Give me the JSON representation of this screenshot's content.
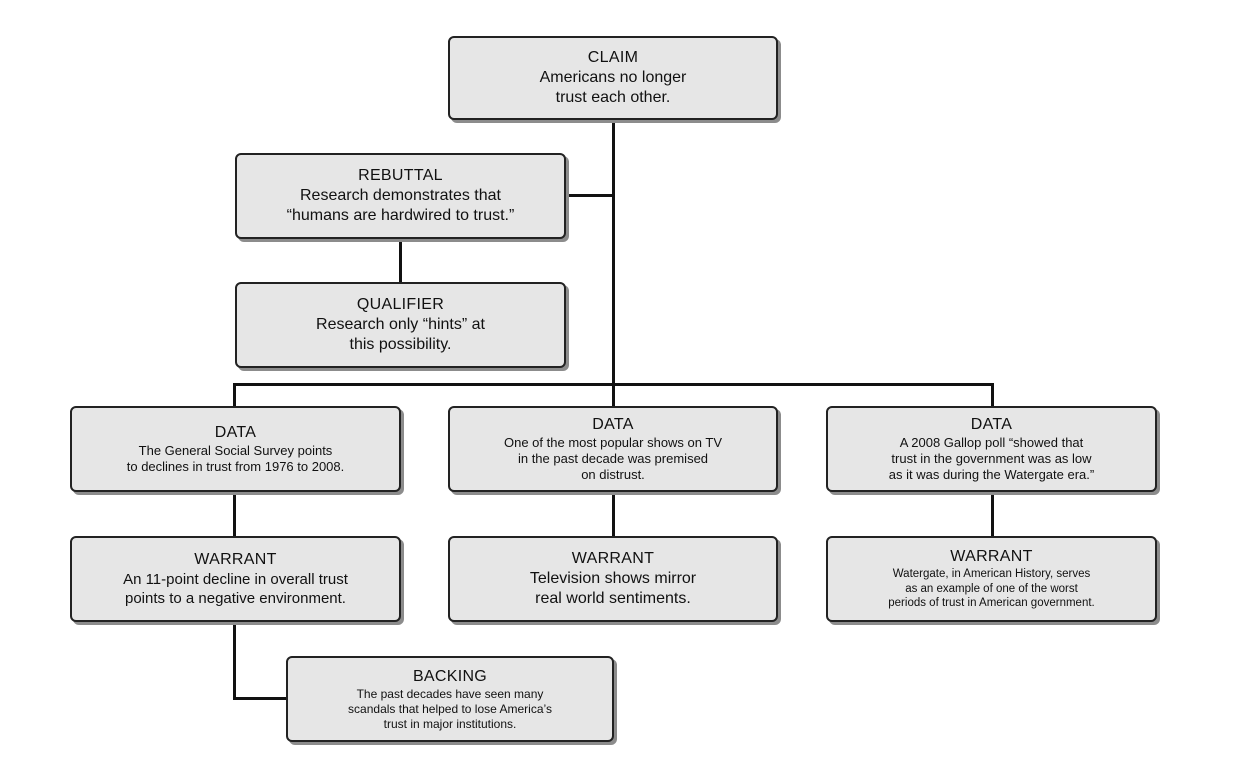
{
  "claim": {
    "title": "CLAIM",
    "text": "Americans no longer\ntrust each other."
  },
  "rebuttal": {
    "title": "REBUTTAL",
    "text": "Research demonstrates that\n“humans are hardwired to trust.”"
  },
  "qualifier": {
    "title": "QUALIFIER",
    "text": "Research only “hints” at\nthis possibility."
  },
  "data_1": {
    "title": "DATA",
    "text": "The General Social Survey points\nto declines in trust from 1976 to 2008."
  },
  "data_2": {
    "title": "DATA",
    "text": "One of the most popular shows on TV\nin the past decade was premised\non distrust."
  },
  "data_3": {
    "title": "DATA",
    "text": "A 2008 Gallop poll “showed that\ntrust in the government was as low\nas it was during the Watergate era.”"
  },
  "warrant_1": {
    "title": "WARRANT",
    "text": "An 11-point decline in overall trust\npoints to a negative environment."
  },
  "warrant_2": {
    "title": "WARRANT",
    "text": "Television shows mirror\nreal world sentiments."
  },
  "warrant_3": {
    "title": "WARRANT",
    "text": "Watergate, in American History, serves\nas an example  of one of the worst\nperiods of trust in American government."
  },
  "backing": {
    "title": "BACKING",
    "text": "The past decades have seen many\nscandals that helped to lose America’s\ntrust in major institutions."
  }
}
